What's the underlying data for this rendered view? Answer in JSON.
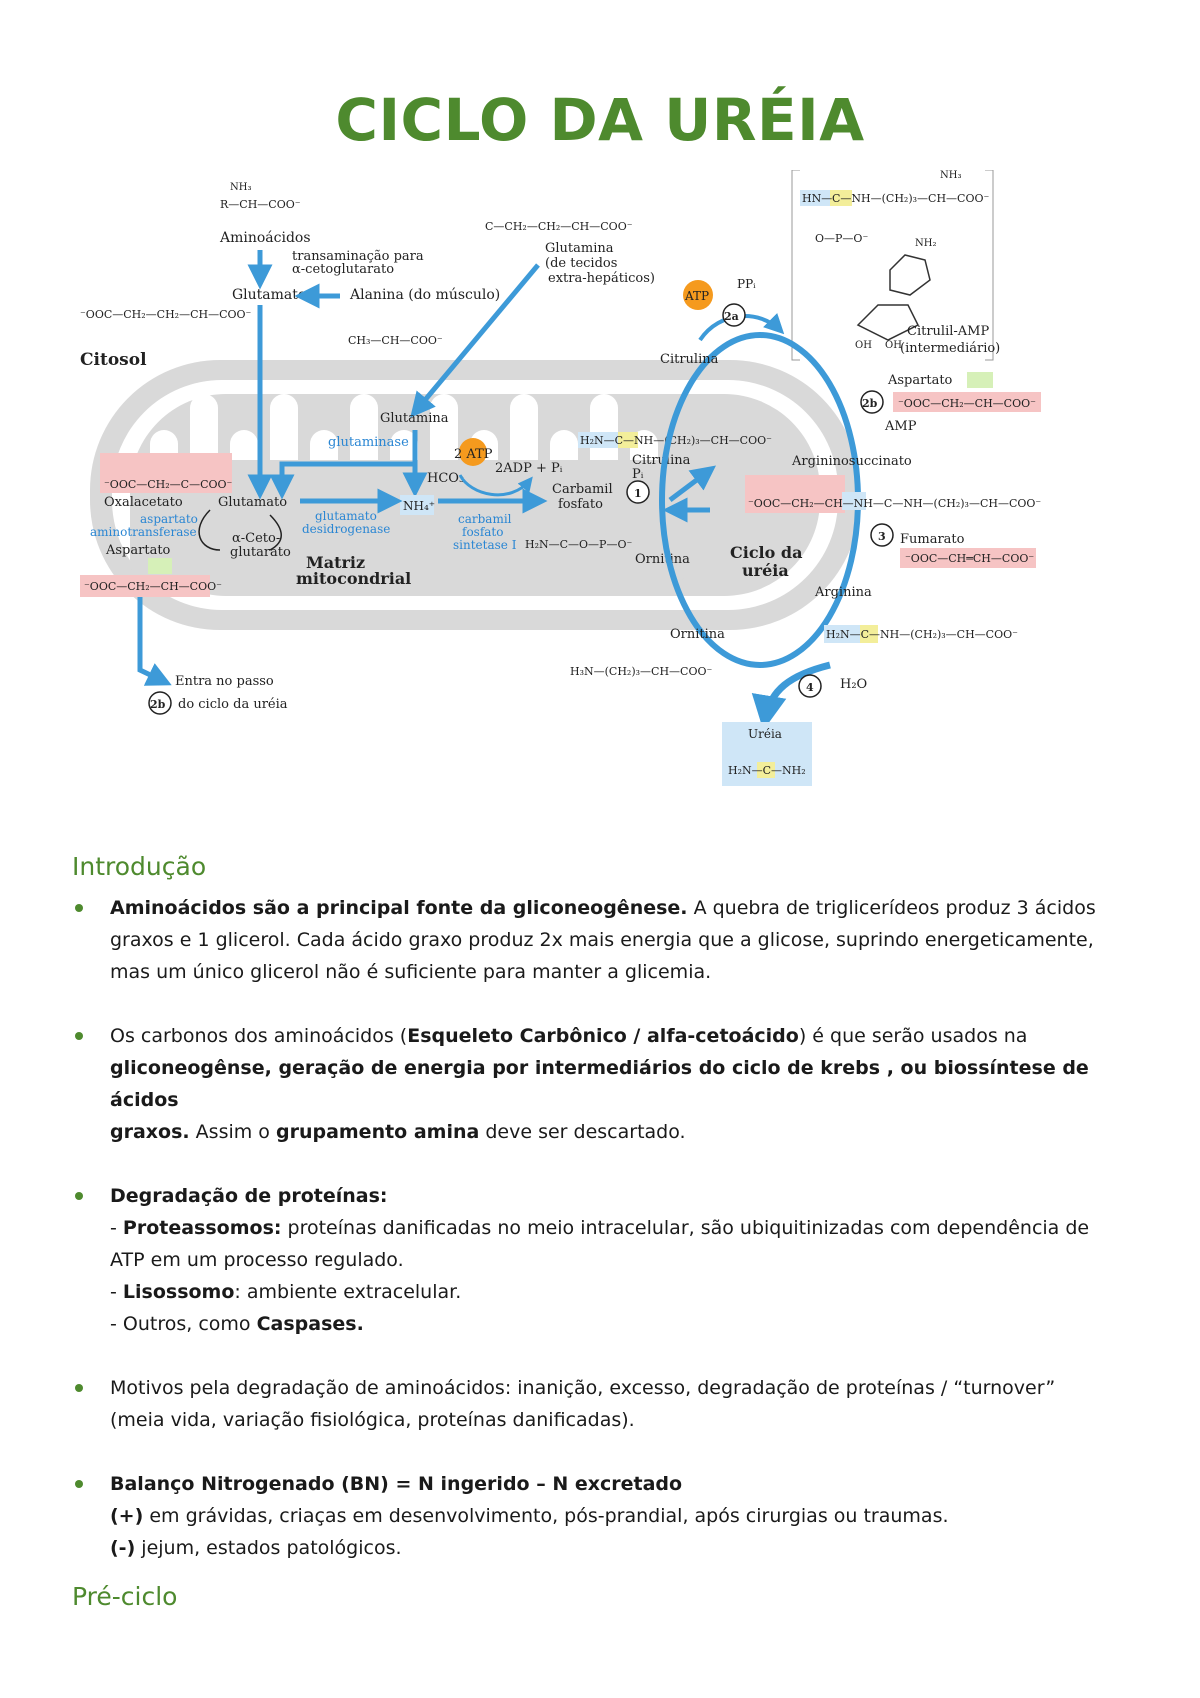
{
  "title": "CICLO DA URÉIA",
  "diagram": {
    "labels": {
      "citosol": "Citosol",
      "aminoacidos": "Aminoácidos",
      "transaminacao": "transaminação para",
      "cetoglutarato": "α-cetoglutarato",
      "glutamato_top": "Glutamato",
      "alanina": "Alanina (do músculo)",
      "glutamina_top": "Glutamina",
      "tecidos": "(de tecidos",
      "extra": "extra-hepáticos)",
      "glutamina_mid": "Glutamina",
      "glutaminase": "glutaminase",
      "atp2": "2 ATP",
      "adp": "2ADP + Pᵢ",
      "hco3": "HCO₃",
      "nh4": "NH₄⁺",
      "oxalacetato": "Oxalacetato",
      "glutamato": "Glutamato",
      "aspartato_amino1": "aspartato",
      "aspartato_amino2": "aminotransferase",
      "aspartato": "Aspartato",
      "cetoglut1": "α-Ceto-",
      "cetoglut2": "glutarato",
      "gdh1": "glutamato",
      "gdh2": "desidrogenase",
      "cps1": "carbamil",
      "cps2": "fosfato",
      "cps3": "sintetase I",
      "carbamil1": "Carbamil",
      "carbamil2": "fosfato",
      "matriz1": "Matriz",
      "matriz2": "mitocondrial",
      "entra": "Entra no passo",
      "ciclo_ureia_passo": "do ciclo da uréia",
      "step2b_left": "2b",
      "citrulina_in": "Citrulina",
      "pi": "Pᵢ",
      "ornitina_in": "Ornitina",
      "citrulina_top": "Citrulina",
      "ornitina_bottom": "Ornitina",
      "ciclo1": "Ciclo da",
      "ciclo2": "uréia",
      "atp": "ATP",
      "ppi": "PPᵢ",
      "step2a": "2a",
      "step2b": "2b",
      "step1": "1",
      "step3": "3",
      "step4": "4",
      "aspartato_right": "Aspartato",
      "amp": "AMP",
      "argininosuccinato": "Argininosuccinato",
      "fumarato": "Fumarato",
      "arginina": "Arginina",
      "h2o": "H₂O",
      "ureia": "Uréia",
      "citrulil1": "Citrulil-AMP",
      "citrulil2": "(intermediário)"
    }
  },
  "introducao": {
    "heading": "Introdução",
    "b1_bold": "Aminoácidos são a principal fonte da gliconeogênese.",
    "b1_l1": " A quebra de triglicerídeos produz 3 ácidos",
    "b1_l2": "graxos e 1 glicerol. Cada ácido graxo produz 2x mais energia que a glicose, suprindo energeticamente,",
    "b1_l3": "mas um único glicerol não é suficiente para manter a glicemia.",
    "b2_a": "Os carbonos dos aminoácidos (",
    "b2_b": "Esqueleto Carbônico / alfa-cetoácido",
    "b2_c": ") é que serão usados na",
    "b2_d": "gliconeogênse, geração de energia por intermediários do ciclo de krebs , ou biossíntese de ácidos",
    "b2_e": "graxos.",
    "b2_f": " Assim o ",
    "b2_g": "grupamento amina",
    "b2_h": " deve ser descartado.",
    "b3_title": "Degradação de proteínas:",
    "b3_l1a": "- ",
    "b3_l1b": "Proteassomos:",
    "b3_l1c": " proteínas danificadas no meio intracelular, são ubiquitinizadas com dependência de",
    "b3_l2": "ATP em um processo regulado.",
    "b3_l3a": "- ",
    "b3_l3b": "Lisossomo",
    "b3_l3c": ": ambiente extracelular.",
    "b3_l4a": "- Outros, como ",
    "b3_l4b": "Caspases.",
    "b4_l1": "Motivos pela degradação de aminoácidos: inanição, excesso, degradação de proteínas / “turnover”",
    "b4_l2": "(meia vida, variação fisiológica, proteínas danificadas).",
    "b5_title": "Balanço Nitrogenado (BN) = N ingerido – N excretado",
    "b5_l1a": "(+)",
    "b5_l1b": " em grávidas, criaças em desenvolvimento, pós-prandial, após cirurgias ou traumas.",
    "b5_l2a": "(-)",
    "b5_l2b": "  jejum, estados patológicos."
  },
  "preciclo": {
    "heading": "Pré-ciclo"
  }
}
